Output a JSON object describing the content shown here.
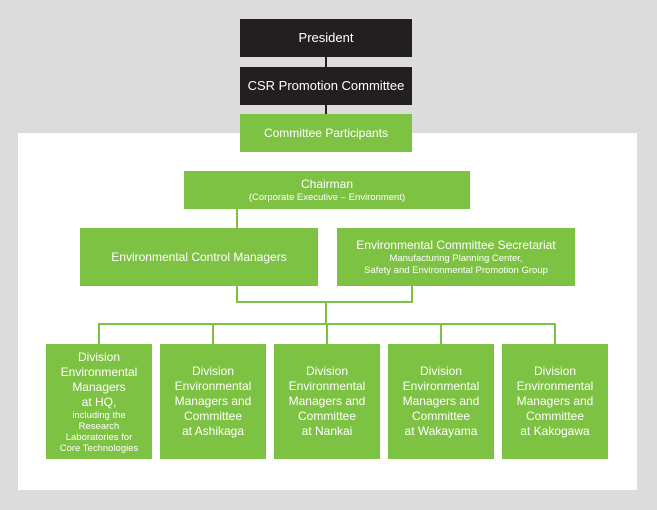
{
  "president": "President",
  "csr_committee": "CSR Promotion Committee",
  "participants": "Committee Participants",
  "chairman": {
    "title": "Chairman",
    "subtitle": "(Corporate Executive – Environment)"
  },
  "control_managers": "Environmental Control Managers",
  "secretariat": {
    "title": "Environmental Committee Secretariat",
    "line1": "Manufacturing Planning Center,",
    "line2": "Safety and Environmental Promotion Group"
  },
  "divisions": [
    {
      "lines": [
        "Division",
        "Environmental",
        "Managers",
        "at HQ,"
      ],
      "sub_lines": [
        "including the",
        "Research",
        "Laboratories for",
        "Core Technologies"
      ]
    },
    {
      "lines": [
        "Division",
        "Environmental",
        "Managers and",
        "Committee",
        "at Ashikaga"
      ],
      "sub_lines": []
    },
    {
      "lines": [
        "Division",
        "Environmental",
        "Managers and",
        "Committee",
        "at Nankai"
      ],
      "sub_lines": []
    },
    {
      "lines": [
        "Division",
        "Environmental",
        "Managers and",
        "Committee",
        "at Wakayama"
      ],
      "sub_lines": []
    },
    {
      "lines": [
        "Division",
        "Environmental",
        "Managers and",
        "Committee",
        "at Kakogawa"
      ],
      "sub_lines": []
    }
  ],
  "colors": {
    "background": "#dcdcdc",
    "panel": "#ffffff",
    "dark_box": "#231f20",
    "green_box": "#7dc242",
    "text": "#ffffff"
  }
}
